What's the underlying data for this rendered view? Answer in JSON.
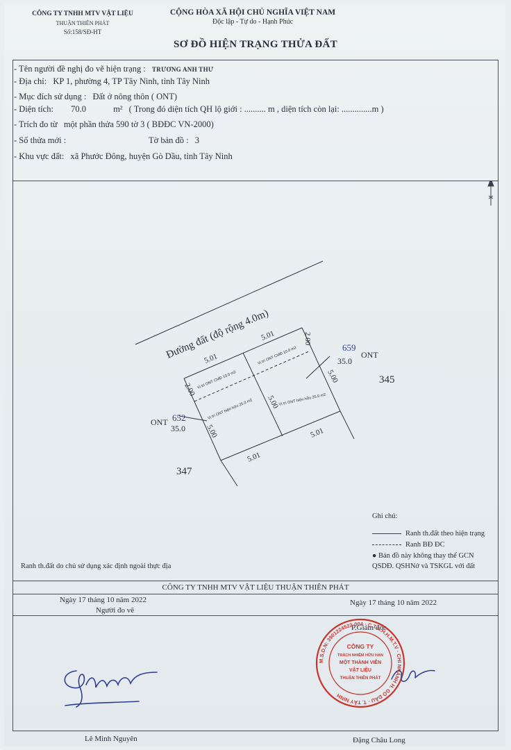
{
  "header": {
    "company_line1": "CÔNG TY TNHH MTV VẬT LIỆU",
    "company_line2": "THUẬN THIÊN PHÁT",
    "doc_number": "Số:158/SĐ-HT",
    "nation": "CỘNG HÒA XÃ HỘI CHỦ NGHĨA VIỆT NAM",
    "motto": "Độc lập - Tự do - Hạnh Phúc",
    "title": "SƠ ĐỒ HIỆN TRẠNG THỬA ĐẤT"
  },
  "info": {
    "requester_label": "- Tên người đề nghị đo vẽ hiện trạng :",
    "requester_value": "TRƯƠNG ANH THƯ",
    "address_label": "- Địa chỉ:",
    "address_value": "KP 1, phường 4, TP Tây Ninh, tỉnh Tây Ninh",
    "purpose_label": "- Mục đích sử dụng :",
    "purpose_value": "Đất ở nông thôn ( ONT)",
    "area_label": "- Diện tích:",
    "area_value": "70.0",
    "area_unit": "m²",
    "area_note": "( Trong đó diện tích QH lộ giới : .......... m  , diện tích còn lại: ..............m    )",
    "extract_label": "- Trích đo từ",
    "extract_value": "một phần thửa 590 tờ 3 ( BĐĐC VN-2000)",
    "new_parcel_label": "- Số thửa mới :",
    "map_sheet_label": "Tờ bản đồ :",
    "map_sheet_value": "3",
    "area_region_label": "- Khu vực đất:",
    "area_region_value": "xã Phước Đông, huyện Gò Dầu, tỉnh Tây Ninh"
  },
  "diagram": {
    "road_label": "Đường đất (độ rộng 4.0m)",
    "dims": [
      "5.01",
      "5.01",
      "2.00",
      "2.00",
      "5.00",
      "5.00",
      "5.00",
      "5.01",
      "5.01"
    ],
    "strip_text_a": "Vị trí ONT CMĐ 10.0 m2",
    "strip_text_b": "Vị trí ONT CMĐ 10.0 m2",
    "lot_text_a": "Vị trí ONT hiện hữu 25.0 m2",
    "lot_text_b": "Vị trí ONT hiện hữu 25.0 m2",
    "neighbor_right_id": "659",
    "neighbor_right_type": "ONT",
    "neighbor_right_area": "35.0",
    "neighbor_right_parcel": "345",
    "neighbor_left_id": "652",
    "neighbor_left_type": "ONT",
    "neighbor_left_area": "35.0",
    "neighbor_left_parcel": "347"
  },
  "legend": {
    "title": "Ghi chú:",
    "item1": "Ranh th.đất theo hiện trạng",
    "item2": "Ranh BĐ ĐC",
    "note1": "Bản đồ này không thay thế GCN",
    "note2": "QSDĐ. QSHNở và TSKGL với đất",
    "boundary_note": "Ranh th.đất do chủ sử dụng xác định ngoài thực địa"
  },
  "footer": {
    "company": "CÔNG TY TNHH MTV VẬT LIỆU THUẬN THIÊN PHÁT",
    "date_left": "Ngày 17 tháng 10 năm 2022",
    "role_left": "Người đo vẽ",
    "date_right": "Ngày 17 tháng 10 năm 2022",
    "role_right": "P.Giám đốc",
    "name_left": "Lê Minh Nguyên",
    "name_right": "Đặng Châu Long"
  },
  "stamp": {
    "line1": "CÔNG TY",
    "line2": "TRÁCH NHIỆM HỮU HẠN",
    "line3": "MỘT THÀNH VIÊN",
    "line4": "VẬT LIỆU",
    "line5": "THUẬN THIÊN PHÁT",
    "ring_text": "M.S.D.N: 3901224522-004 · C.T.N.H.H.M.T.V · CHI NHÁNH H. GÒ DẦU · T. TÂY NINH"
  },
  "colors": {
    "ink": "#2a2f3a",
    "stamp": "#c8342e",
    "pen": "#2f3f8f"
  }
}
